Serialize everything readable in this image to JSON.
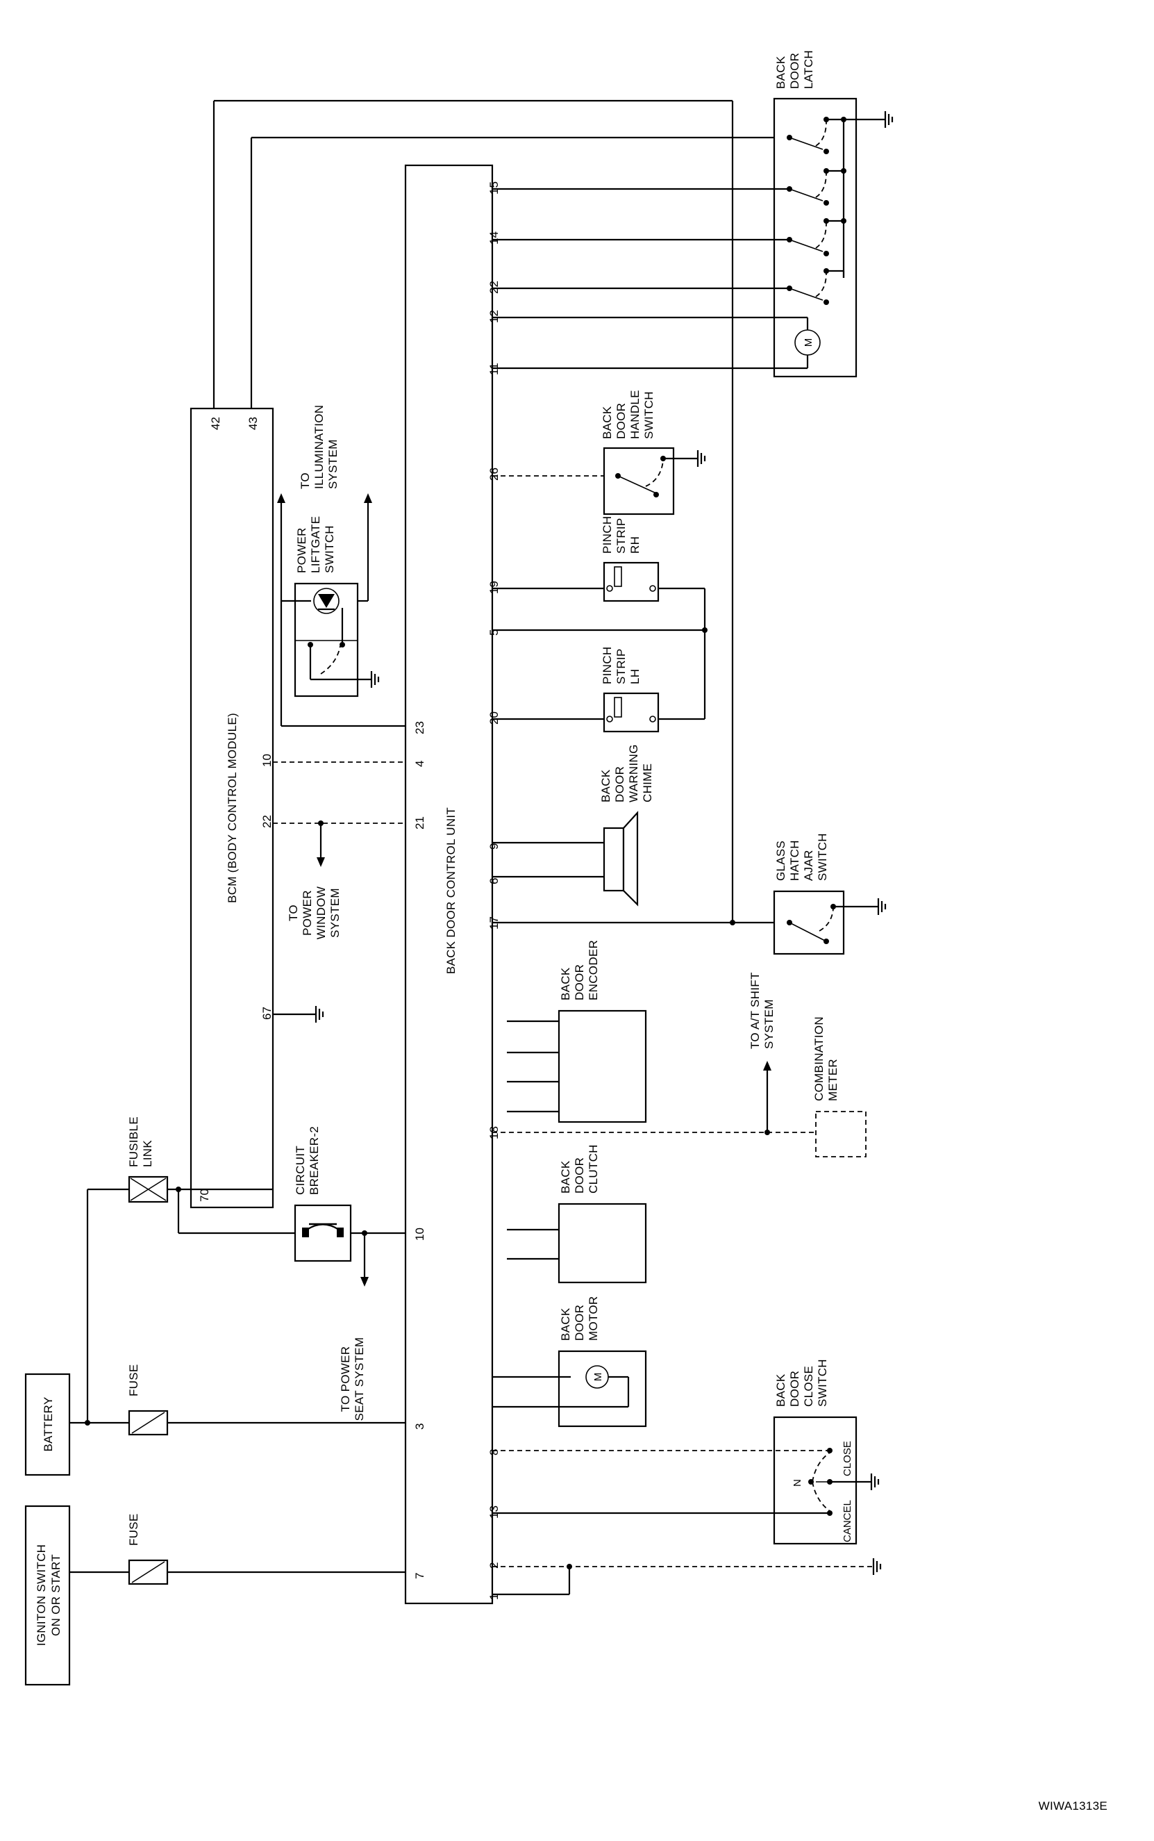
{
  "components": {
    "ignition": [
      "IGNITON SWITCH",
      "ON OR START"
    ],
    "battery": "BATTERY",
    "fuse": "FUSE",
    "fusible_link": [
      "FUSIBLE",
      "LINK"
    ],
    "circuit_breaker": [
      "CIRCUIT",
      "BREAKER-2"
    ],
    "to_power_seat": [
      "TO POWER",
      "SEAT SYSTEM"
    ],
    "bcm": "BCM (BODY CONTROL MODULE)",
    "to_power_window": [
      "TO",
      "POWER",
      "WINDOW",
      "SYSTEM"
    ],
    "power_liftgate_switch": [
      "POWER",
      "LIFTGATE",
      "SWITCH"
    ],
    "to_illumination": [
      "TO",
      "ILLUMINATION",
      "SYSTEM"
    ],
    "back_door_control_unit": "BACK DOOR CONTROL UNIT",
    "back_door_motor": [
      "BACK",
      "DOOR",
      "MOTOR"
    ],
    "back_door_clutch": [
      "BACK",
      "DOOR",
      "CLUTCH"
    ],
    "back_door_encoder": [
      "BACK",
      "DOOR",
      "ENCODER"
    ],
    "back_door_warning_chime": [
      "BACK",
      "DOOR",
      "WARNING",
      "CHIME"
    ],
    "pinch_strip_lh": [
      "PINCH",
      "STRIP",
      "LH"
    ],
    "pinch_strip_rh": [
      "PINCH",
      "STRIP",
      "RH"
    ],
    "back_door_handle_switch": [
      "BACK",
      "DOOR",
      "HANDLE",
      "SWITCH"
    ],
    "back_door_close_switch": [
      "BACK",
      "DOOR",
      "CLOSE",
      "SWITCH"
    ],
    "close_switch_positions": {
      "cancel": "CANCEL",
      "neutral": "N",
      "close": "CLOSE"
    },
    "to_at_shift": [
      "TO A/T SHIFT",
      "SYSTEM"
    ],
    "combination_meter": [
      "COMBINATION",
      "METER"
    ],
    "glass_hatch_ajar_switch": [
      "GLASS",
      "HATCH",
      "AJAR",
      "SWITCH"
    ],
    "back_door_latch": [
      "BACK",
      "DOOR",
      "LATCH"
    ],
    "motor_symbol": "M"
  },
  "pins": {
    "bcm": {
      "p70": "70",
      "p67": "67",
      "p22": "22",
      "p10": "10",
      "p42": "42",
      "p43": "43"
    },
    "unit_top": {
      "p7": "7",
      "p3": "3",
      "p10": "10",
      "p21": "21",
      "p4": "4",
      "p23": "23"
    },
    "unit_bottom": {
      "p1": "1",
      "p2": "2",
      "p13": "13",
      "p8": "8",
      "p18": "18",
      "p17": "17",
      "p6": "6",
      "p9": "9",
      "p20": "20",
      "p5": "5",
      "p19": "19",
      "p26": "26",
      "p11": "11",
      "p12": "12",
      "p22": "22",
      "p14": "14",
      "p15": "15"
    }
  },
  "figure_id": "WIWA1313E"
}
